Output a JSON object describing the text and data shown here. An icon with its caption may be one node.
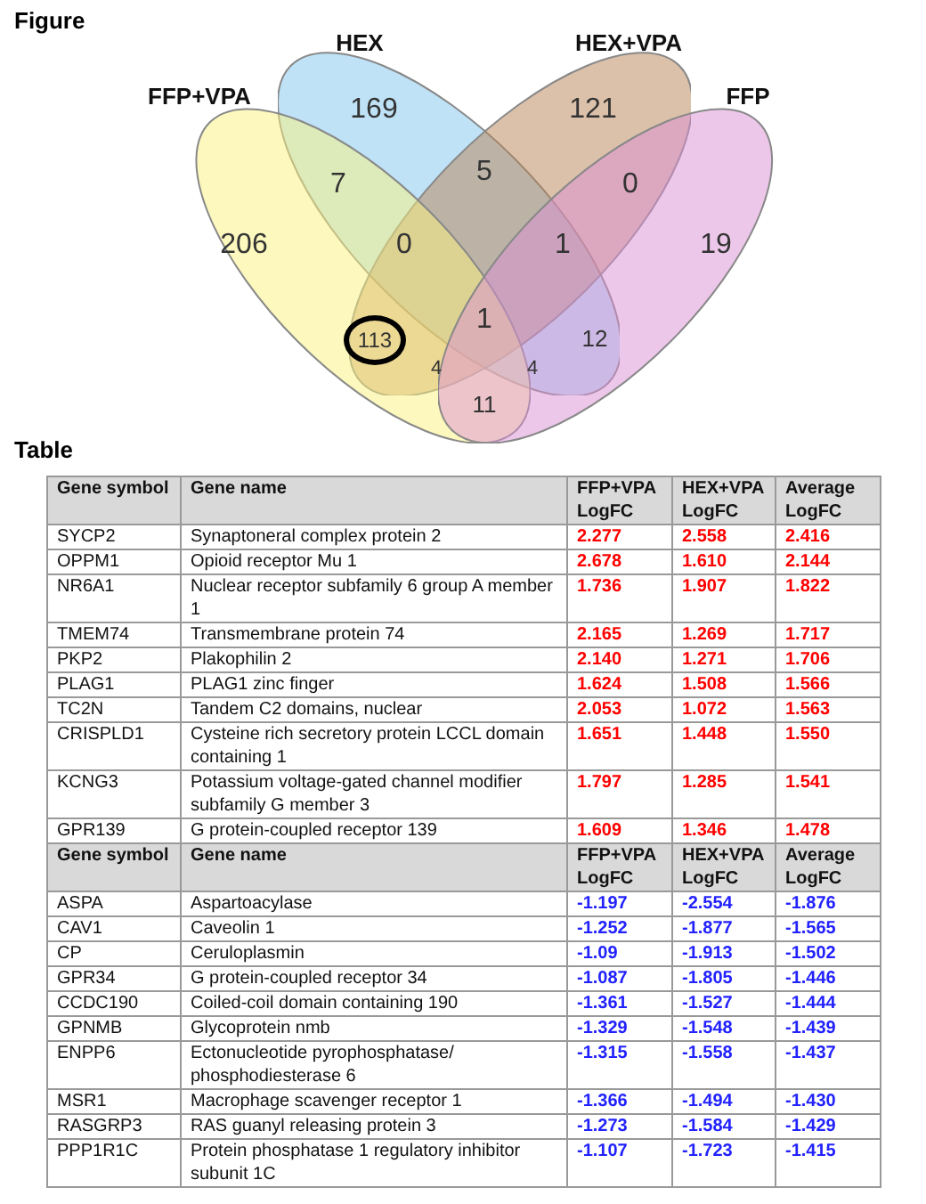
{
  "diagram": {
    "nodes": [
      {
        "text": [
          "HEX"
        ]
      },
      {
        "text": [
          "HEX+VPA"
        ]
      },
      {
        "text": [
          "FFP+VPA"
        ]
      },
      {
        "text": [
          "FFP"
        ]
      },
      {
        "text": [
          "113"
        ]
      }
    ],
    "labels": [
      "Figure",
      "169",
      "121",
      "5",
      "7",
      "0",
      "206",
      "0",
      "1",
      "19",
      "1",
      "12",
      "4",
      "4",
      "11",
      "Table",
      "Gene symbol",
      "Gene name",
      "FFP+VPA LogFC",
      "HEX+VPA LogFC",
      "Average LogFC",
      "SYCP2",
      "Synaptoneral complex protein 2",
      "2.277",
      "2.558",
      "2.416",
      "OPPM1",
      "Opioid receptor Mu 1",
      "2.678",
      "1.610",
      "2.144",
      "NR6A1",
      "Nuclear receptor subfamily 6 group A member 1",
      "1.736",
      "1.907",
      "1.822",
      "TMEM74",
      "Transmembrane protein 74",
      "2.165",
      "1.269",
      "1.717",
      "PKP2",
      "Plakophilin 2",
      "2.140",
      "1.271",
      "1.706",
      "PLAG1",
      "PLAG1 zinc finger",
      "1.624",
      "1.508",
      "1.566",
      "TC2N",
      "Tandem C2 domains, nuclear",
      "2.053",
      "1.072",
      "1.563",
      "CRISPLD1",
      "Cysteine rich secretory protein LCCL domain containing 1",
      "1.651",
      "1.448",
      "1.550",
      "KCNG3",
      "Potassium voltage-gated channel modifier subfamily G member 3",
      "1.797",
      "1.285",
      "1.541",
      "GPR139",
      "G protein-coupled receptor 139",
      "1.609",
      "1.346",
      "1.478",
      "Gene symbol",
      "Gene name",
      "FFP+VPA LogFC",
      "HEX+VPA LogFC",
      "Average LogFC",
      "ASPA",
      "Aspartoacylase",
      "-1.197",
      "-2.554",
      "-1.876",
      "CAV1",
      "Caveolin 1",
      "-1.252",
      "-1.877",
      "-1.565",
      "CP",
      "Ceruloplasmin",
      "-1.09",
      "-1.913",
      "-1.502",
      "GPR34",
      "G protein-coupled receptor 34",
      "-1.087",
      "-1.805",
      "-1.446",
      "CCDC190",
      "Coiled-coil domain containing 190",
      "-1.361",
      "-1.527",
      "-1.444",
      "GPNMB",
      "Glycoprotein nmb",
      "-1.329",
      "-1.548",
      "-1.439",
      "ENPP6",
      "Ectonucleotide pyrophosphatase/ phosphodiesterase 6",
      "-1.315",
      "-1.558",
      "-1.437",
      "MSR1",
      "Macrophage scavenger receptor 1",
      "-1.366",
      "-1.494",
      "-1.430",
      "RASGRP3",
      "RAS guanyl releasing protein 3",
      "-1.273",
      "-1.584",
      "-1.429",
      "PPP1R1C",
      "Protein phosphatase 1 regulatory inhibitor subunit 1C",
      "-1.107",
      "-1.723",
      "-1.415"
    ]
  }
}
